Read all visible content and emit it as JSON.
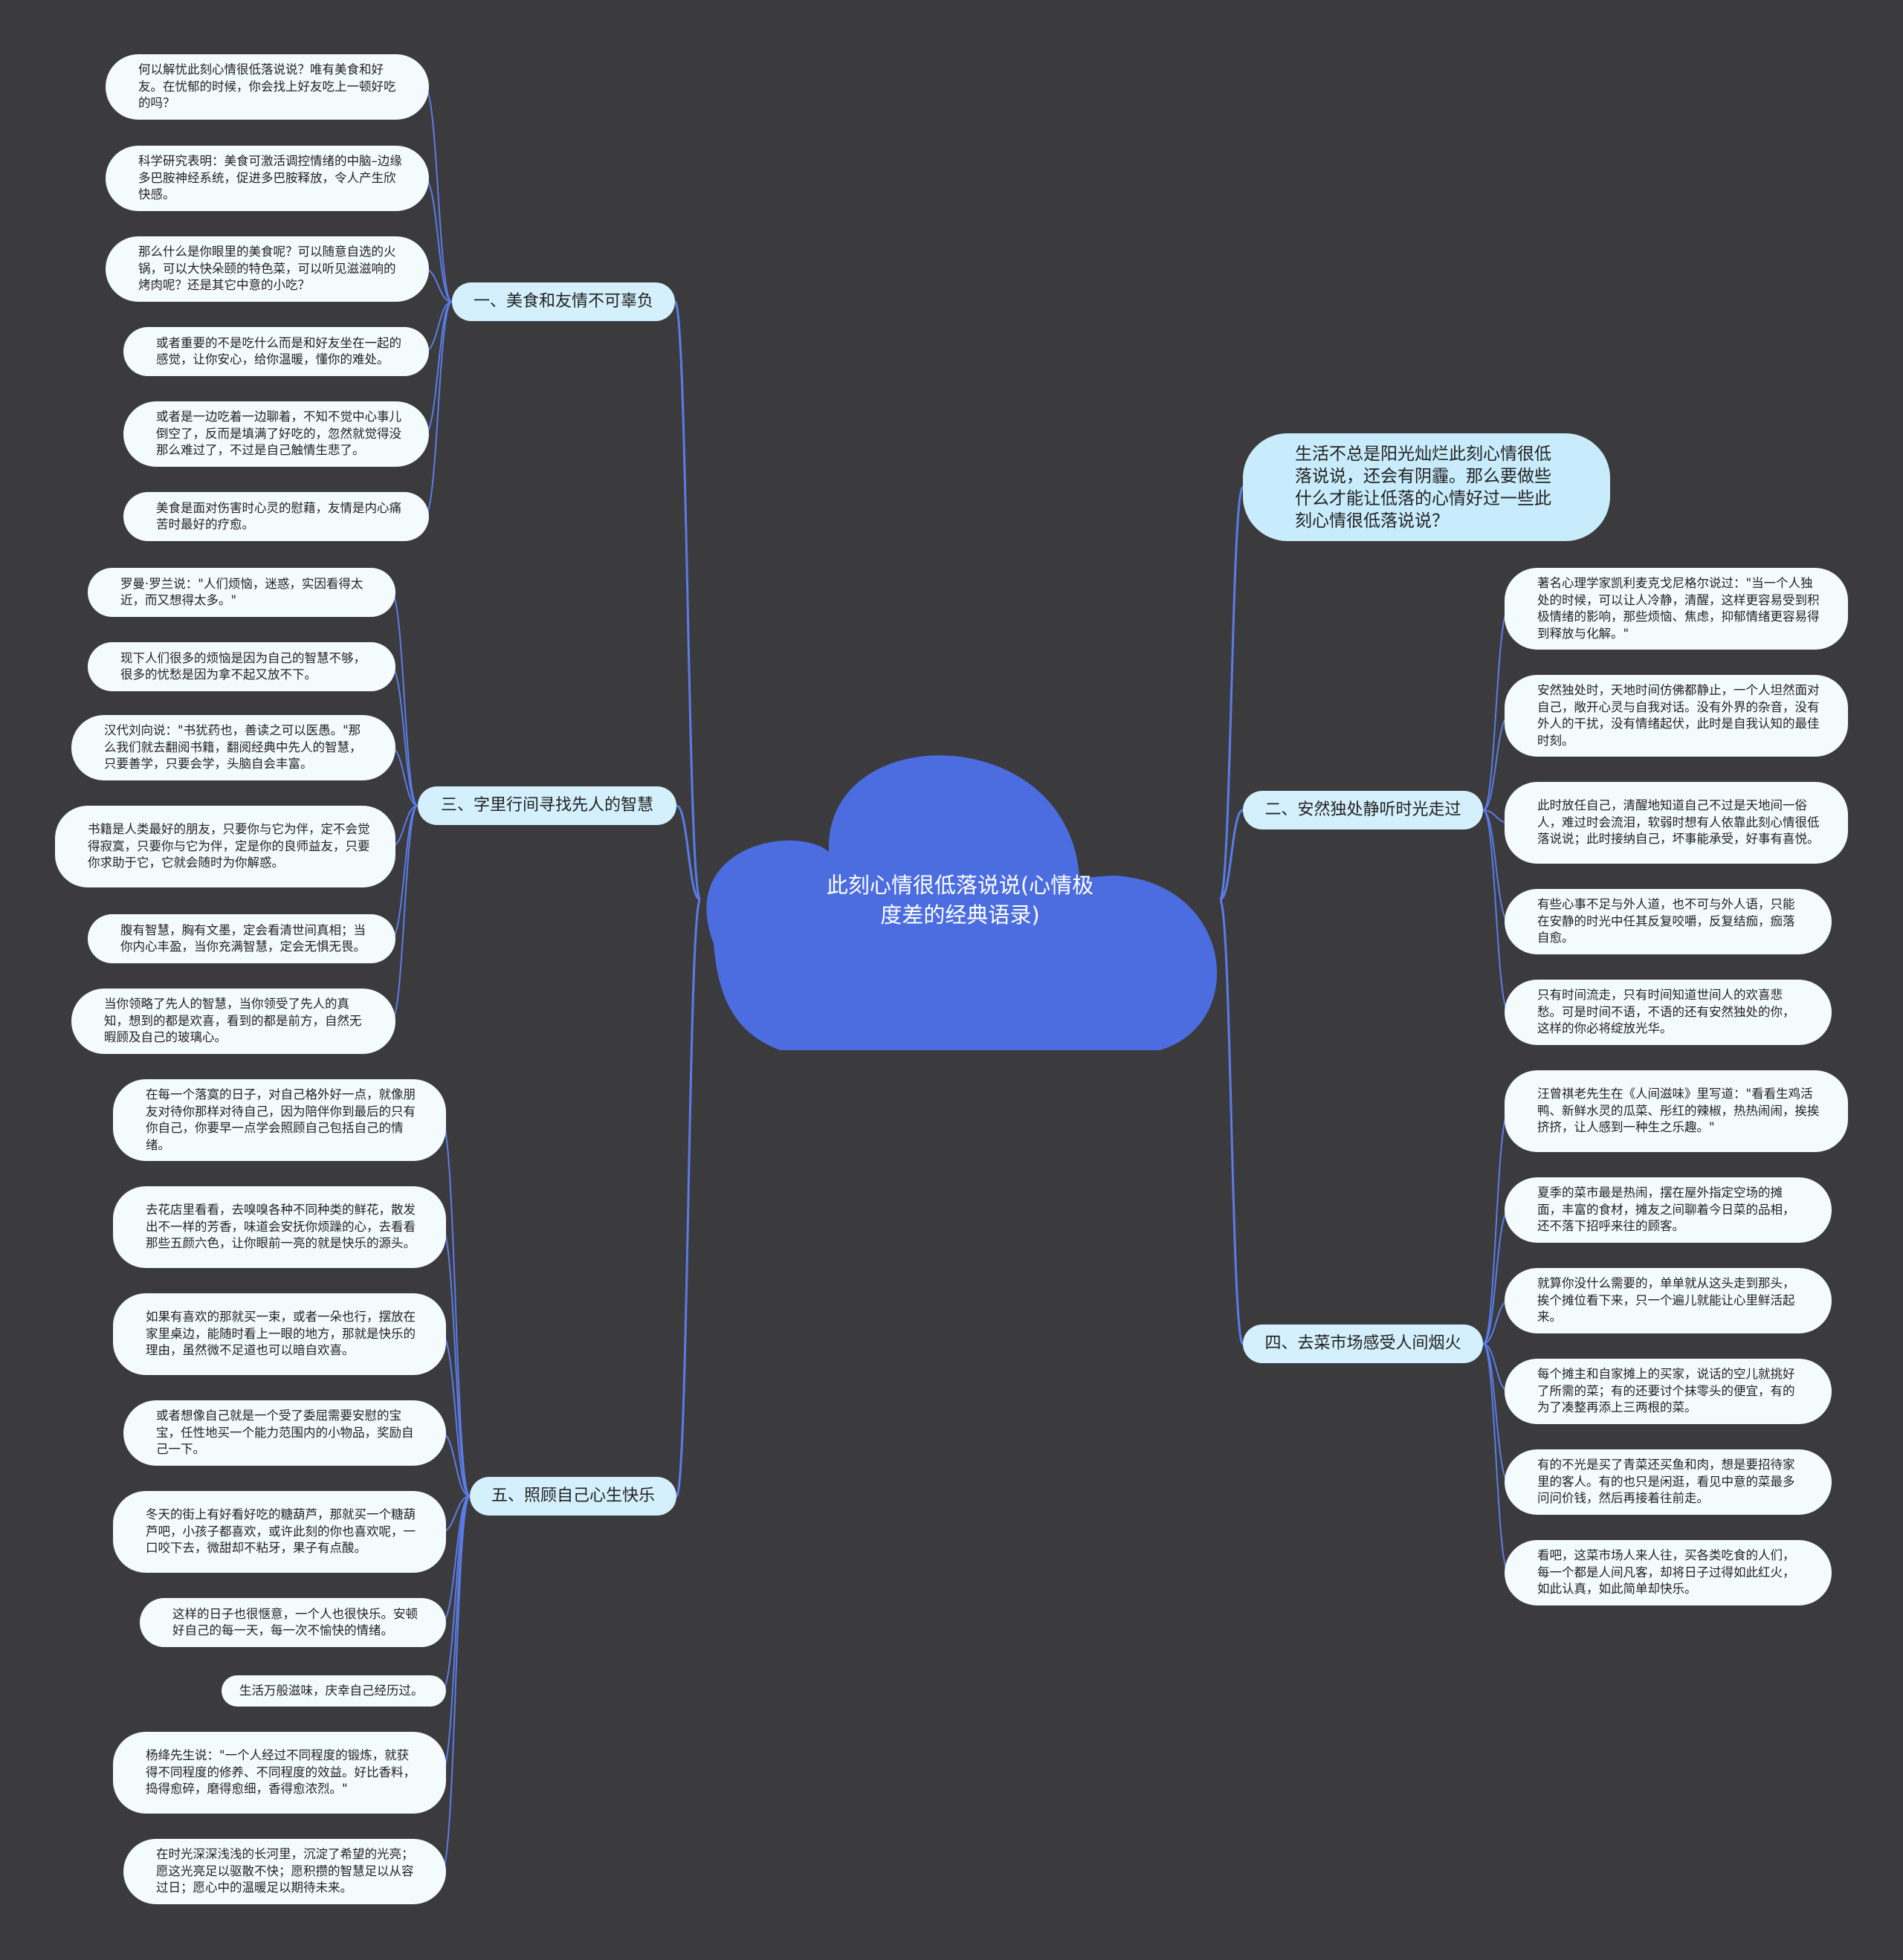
{
  "central": {
    "label": "此刻心情很低落说说(心情极度差的经典语录)"
  },
  "colors": {
    "background": "#3b3a3d",
    "central": "#4b6de0",
    "branch": "#d4f0fc",
    "leaf": "#f4fbfd",
    "link": "#5a7ce8"
  },
  "left_branches": [
    {
      "label": "一、美食和友情不可辜负",
      "leaves": [
        "何以解忧此刻心情很低落说说？唯有美食和好友。在忧郁的时候，你会找上好友吃上一顿好吃的吗？",
        "科学研究表明：美食可激活调控情绪的中脑–边缘多巴胺神经系统，促进多巴胺释放，令人产生欣快感。",
        "那么什么是你眼里的美食呢？可以随意自选的火锅，可以大快朵颐的特色菜，可以听见滋滋响的烤肉呢？还是其它中意的小吃？",
        "或者重要的不是吃什么而是和好友坐在一起的感觉，让你安心，给你温暖，懂你的难处。",
        "或者是一边吃着一边聊着，不知不觉中心事儿倒空了，反而是填满了好吃的，忽然就觉得没那么难过了，不过是自己触情生悲了。",
        "美食是面对伤害时心灵的慰藉，友情是内心痛苦时最好的疗愈。"
      ]
    },
    {
      "label": "三、字里行间寻找先人的智慧",
      "leaves": [
        "罗曼·罗兰说：\"人们烦恼，迷惑，实因看得太近，而又想得太多。\"",
        "现下人们很多的烦恼是因为自己的智慧不够，很多的忧愁是因为拿不起又放不下。",
        "汉代刘向说：\"书犹药也，善读之可以医愚。\"那么我们就去翻阅书籍，翻阅经典中先人的智慧，只要善学，只要会学，头脑自会丰富。",
        "书籍是人类最好的朋友，只要你与它为伴，定不会觉得寂寞，只要你与它为伴，定是你的良师益友，只要你求助于它，它就会随时为你解惑。",
        "腹有智慧，胸有文墨，定会看清世间真相；当你内心丰盈，当你充满智慧，定会无惧无畏。",
        "当你领略了先人的智慧，当你领受了先人的真知，想到的都是欢喜，看到的都是前方，自然无暇顾及自己的玻璃心。"
      ]
    },
    {
      "label": "五、照顾自己心生快乐",
      "leaves": [
        "在每一个落寞的日子，对自己格外好一点，就像朋友对待你那样对待自己，因为陪伴你到最后的只有你自己，你要早一点学会照顾自己包括自己的情绪。",
        "去花店里看看，去嗅嗅各种不同种类的鲜花，散发出不一样的芳香，味道会安抚你烦躁的心，去看看那些五颜六色，让你眼前一亮的就是快乐的源头。",
        "如果有喜欢的那就买一束，或者一朵也行，摆放在家里桌边，能随时看上一眼的地方，那就是快乐的理由，虽然微不足道也可以暗自欢喜。",
        "或者想像自己就是一个受了委屈需要安慰的宝宝，任性地买一个能力范围内的小物品，奖励自己一下。",
        "冬天的街上有好看好吃的糖葫芦，那就买一个糖葫芦吧，小孩子都喜欢，或许此刻的你也喜欢呢，一口咬下去，微甜却不粘牙，果子有点酸。",
        "这样的日子也很惬意，一个人也很快乐。安顿好自己的每一天，每一次不愉快的情绪。",
        "生活万般滋味，庆幸自己经历过。",
        "杨绛先生说：\"一个人经过不同程度的锻炼，就获得不同程度的修养、不同程度的效益。好比香料，捣得愈碎，磨得愈细，香得愈浓烈。\"",
        "在时光深深浅浅的长河里，沉淀了希望的光亮；愿这光亮足以驱散不快；愿积攒的智慧足以从容过日；愿心中的温暖足以期待未来。"
      ]
    }
  ],
  "right_intro": "生活不总是阳光灿烂此刻心情很低落说说，还会有阴霾。那么要做些什么才能让低落的心情好过一些此刻心情很低落说说？",
  "right_branches": [
    {
      "label": "二、安然独处静听时光走过",
      "leaves": [
        "著名心理学家凯利麦克戈尼格尔说过：\"当一个人独处的时候，可以让人冷静，清醒，这样更容易受到积极情绪的影响，那些烦恼、焦虑，抑郁情绪更容易得到释放与化解。\"",
        "安然独处时，天地时间仿佛都静止，一个人坦然面对自己，敞开心灵与自我对话。没有外界的杂音，没有外人的干扰，没有情绪起伏，此时是自我认知的最佳时刻。",
        "此时放任自己，清醒地知道自己不过是天地间一俗人，难过时会流泪，软弱时想有人依靠此刻心情很低落说说；此时接纳自己，坏事能承受，好事有喜悦。",
        "有些心事不足与外人道，也不可与外人语，只能在安静的时光中任其反复咬嚼，反复结痂，痂落自愈。",
        "只有时间流走，只有时间知道世间人的欢喜悲愁。可是时间不语，不语的还有安然独处的你，这样的你必将绽放光华。"
      ]
    },
    {
      "label": "四、去菜市场感受人间烟火",
      "leaves": [
        "汪曾祺老先生在《人间滋味》里写道：\"看看生鸡活鸭、新鲜水灵的瓜菜、彤红的辣椒，热热闹闹，挨挨挤挤，让人感到一种生之乐趣。\"",
        "夏季的菜市最是热闹，摆在屋外指定空场的摊面，丰富的食材，摊友之间聊着今日菜的品相，还不落下招呼来往的顾客。",
        "就算你没什么需要的，单单就从这头走到那头，挨个摊位看下来，只一个遍儿就能让心里鲜活起来。",
        "每个摊主和自家摊上的买家，说话的空儿就挑好了所需的菜；有的还要讨个抹零头的便宜，有的为了凑整再添上三两根的菜。",
        "有的不光是买了青菜还买鱼和肉，想是要招待家里的客人。有的也只是闲逛，看见中意的菜最多问问价钱，然后再接着往前走。",
        "看吧，这菜市场人来人往，买各类吃食的人们，每一个都是人间凡客，却将日子过得如此红火，如此认真，如此简单却快乐。"
      ]
    }
  ]
}
